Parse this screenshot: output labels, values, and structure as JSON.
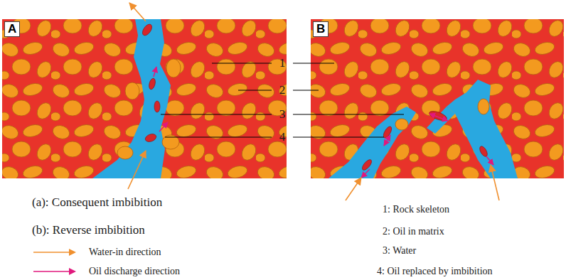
{
  "diagram": {
    "nodes": [
      {
        "text": [
          "A"
        ]
      },
      {
        "text": [
          "B"
        ]
      }
    ],
    "labels": [
      "1",
      "2",
      "3",
      "4",
      "(a): Consequent imbibition",
      "(b): Reverse imbibition",
      "1: Rock skeleton",
      "2: Oil in matrix",
      "3: Water",
      "4: Oil replaced by imbibition"
    ],
    "legend": [
      {
        "text": "Water-in direction"
      },
      {
        "text": "Oil discharge direction"
      }
    ]
  }
}
